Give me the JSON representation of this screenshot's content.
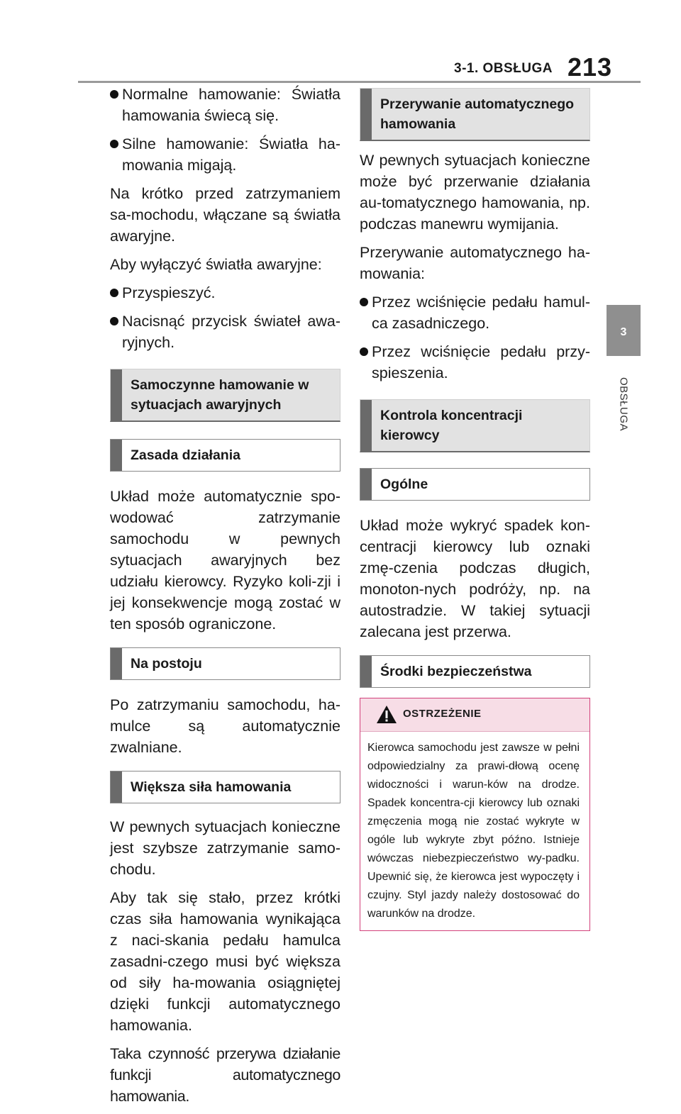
{
  "header": {
    "section": "3-1. OBSŁUGA",
    "page": "213"
  },
  "side_tab": {
    "number": "3",
    "label": "OBSŁUGA"
  },
  "left": {
    "b1": "Normalne hamowanie: Światła hamowania świecą się.",
    "b2": "Silne hamowanie: Światła ha-mowania migają.",
    "p1": "Na krótko przed zatrzymaniem sa-mochodu, włączane są światła awaryjne.",
    "p2": "Aby wyłączyć światła awaryjne:",
    "b3": "Przyspieszyć.",
    "b4": "Nacisnąć przycisk świateł awa-ryjnych.",
    "h1": "Samoczynne hamowanie w sytuacjach awaryjnych",
    "h2": "Zasada działania",
    "p3": "Układ może automatycznie spo-wodować zatrzymanie samochodu w pewnych sytuacjach awaryjnych bez udziału kierowcy. Ryzyko koli-zji i jej konsekwencje mogą zostać w ten sposób ograniczone.",
    "h3": "Na postoju",
    "p4": "Po zatrzymaniu samochodu, ha-mulce są automatycznie zwalniane.",
    "h4": "Większa siła hamowania",
    "p5": "W pewnych sytuacjach konieczne jest szybsze zatrzymanie samo-chodu.",
    "p6": "Aby tak się stało, przez krótki czas siła hamowania wynikająca z naci-skania pedału hamulca zasadni-czego musi być większa od siły ha-mowania osiągniętej dzięki funkcji automatycznego hamowania.",
    "p7": "Taka czynność przerywa działanie funkcji automatycznego hamowania."
  },
  "right": {
    "h1": "Przerywanie automatycznego hamowania",
    "p1": "W pewnych sytuacjach konieczne może być przerwanie działania au-tomatycznego hamowania, np. podczas manewru wymijania.",
    "p2": "Przerywanie automatycznego ha-mowania:",
    "b1": "Przez wciśnięcie pedału hamul-ca zasadniczego.",
    "b2": "Przez wciśnięcie pedału przy-spieszenia.",
    "h2": "Kontrola koncentracji kierowcy",
    "h3": "Ogólne",
    "p3": "Układ może wykryć spadek kon-centracji kierowcy lub oznaki zmę-czenia podczas długich, monoton-nych podróży, np. na autostradzie. W takiej sytuacji zalecana jest przerwa.",
    "h4": "Środki bezpieczeństwa",
    "warning_title": "OSTRZEŻENIE",
    "warning_text": "Kierowca samochodu jest zawsze w pełni odpowiedzialny za prawi-dłową ocenę widoczności i warun-ków na drodze. Spadek koncentra-cji kierowcy lub oznaki zmęczenia mogą nie zostać wykryte w ogóle lub wykryte zbyt późno. Istnieje wówczas niebezpieczeństwo wy-padku. Upewnić się, że kierowca jest wypoczęty i czujny. Styl jazdy należy dostosować do warunków na drodze."
  }
}
